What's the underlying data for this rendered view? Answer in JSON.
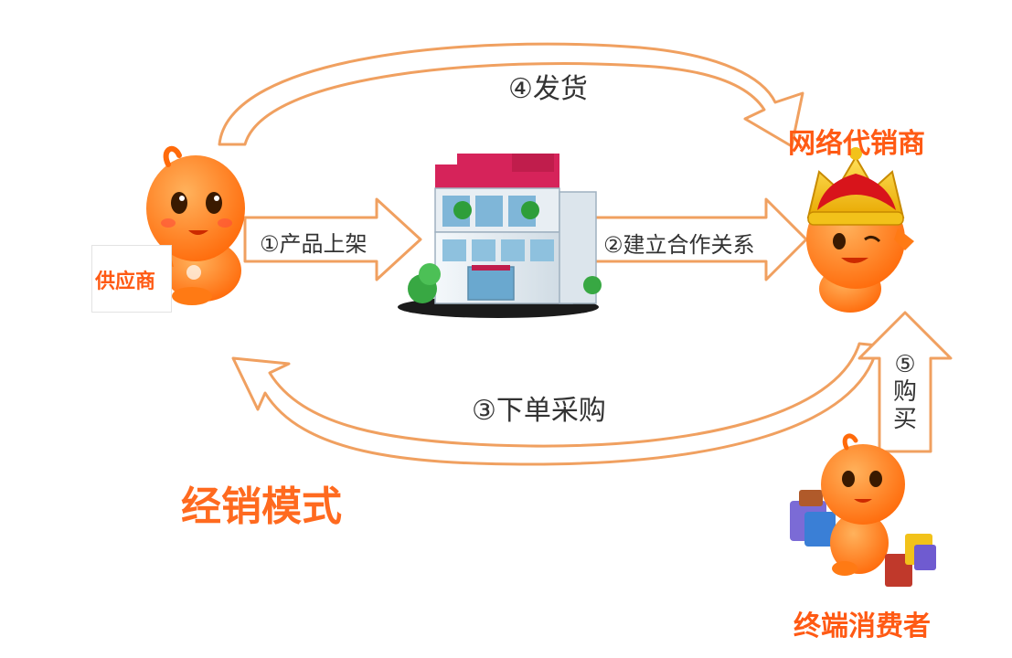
{
  "colors": {
    "accent_orange": "#ff6a1f",
    "arrow_outline": "#f0a060",
    "mascot_orange": "#ff7a14",
    "text_dark": "#333333"
  },
  "title": "经销模式",
  "actors": {
    "supplier": "供应商",
    "distributor": "网络代销商",
    "consumer": "终端消费者"
  },
  "steps": {
    "step1": "①产品上架",
    "step2": "②建立合作关系",
    "step3": "③下单采购",
    "step4": "④发货",
    "step5_num": "⑤",
    "step5_char1": "购",
    "step5_char2": "买"
  },
  "icons": {
    "supplier": "supplier-mascot-icon",
    "store": "store-building-icon",
    "distributor": "crowned-mascot-icon",
    "consumer": "shopping-mascot-icon"
  }
}
